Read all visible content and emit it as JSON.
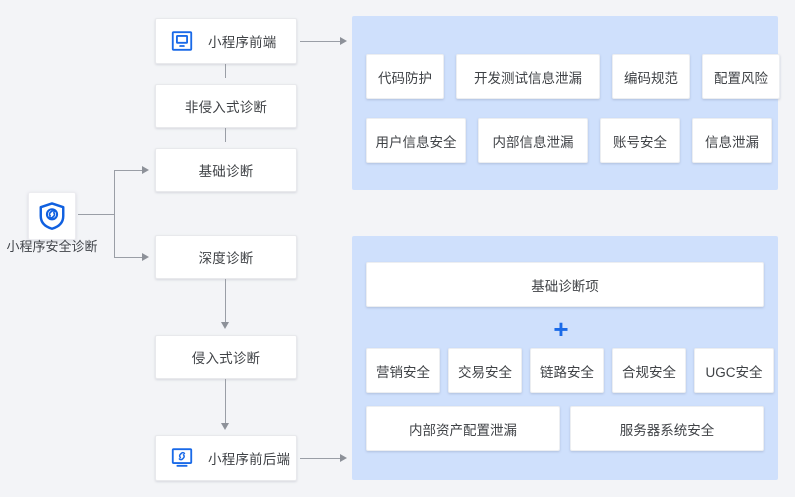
{
  "theme": {
    "background": "#f3f4f7",
    "panel_blue": "#cfe0fc",
    "accent_blue": "#1a6ae8",
    "box_white": "#ffffff",
    "line_gray": "#9a9ea6",
    "text": "#3f4246"
  },
  "root": {
    "icon": "shield-link-icon",
    "label": "小程序安全诊断"
  },
  "flows": {
    "top": {
      "level1": {
        "label": "基础诊断"
      },
      "level2": {
        "label": "非侵入式诊断"
      },
      "level3": {
        "icon": "monitor-icon",
        "label": "小程序前端"
      }
    },
    "bottom": {
      "level1": {
        "label": "深度诊断"
      },
      "level2": {
        "label": "侵入式诊断"
      },
      "level3": {
        "icon": "monitor-link-icon",
        "label": "小程序前后端"
      }
    }
  },
  "panels": {
    "top": {
      "rows": [
        {
          "items": [
            "代码防护",
            "开发测试信息泄漏",
            "编码规范",
            "配置风险"
          ]
        },
        {
          "items": [
            "用户信息安全",
            "内部信息泄漏",
            "账号安全",
            "信息泄漏"
          ]
        }
      ]
    },
    "bottom": {
      "header": "基础诊断项",
      "plus": "+",
      "rows": [
        {
          "items": [
            "营销安全",
            "交易安全",
            "链路安全",
            "合规安全",
            "UGC安全"
          ]
        },
        {
          "items": [
            "内部资产配置泄漏",
            "服务器系统安全"
          ]
        }
      ]
    }
  }
}
